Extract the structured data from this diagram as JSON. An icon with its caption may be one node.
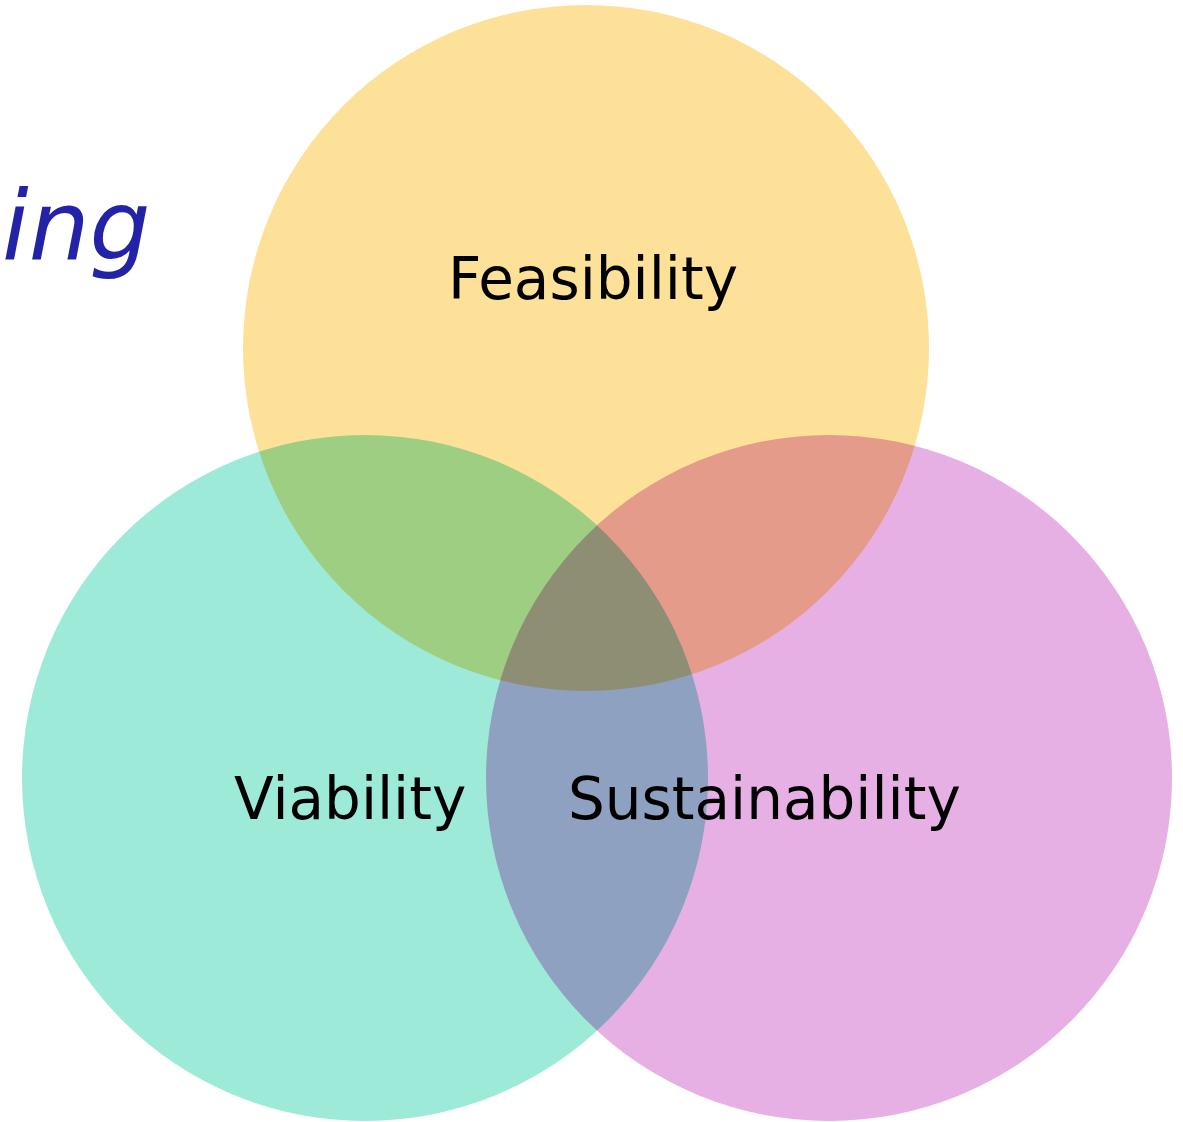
{
  "diagram": {
    "nodes": [
      {
        "text": [
          "Feasibility"
        ]
      },
      {
        "text": [
          "Viability"
        ]
      },
      {
        "text": [
          "Sustainability"
        ]
      }
    ],
    "labels": [
      "ing"
    ]
  }
}
